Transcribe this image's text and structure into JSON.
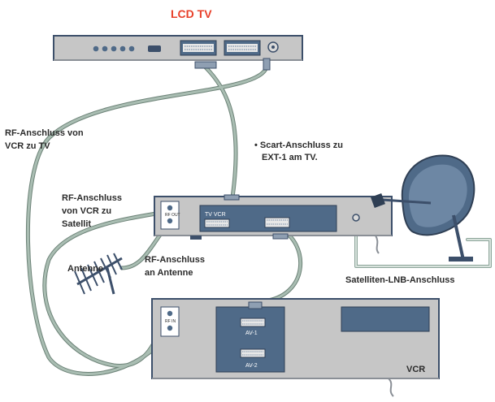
{
  "title": "LCD TV",
  "labels": {
    "rf_vcr_tv_1": "RF-Anschluss von",
    "rf_vcr_tv_2": "VCR zu TV",
    "scart_1": "• Scart-Anschluss zu",
    "scart_2": "EXT-1 am TV.",
    "rf_vcr_sat_1": "RF-Anschluss",
    "rf_vcr_sat_2": "von VCR zu",
    "rf_vcr_sat_3": "Satellit",
    "rf_ant_1": "RF-Anschluss",
    "rf_ant_2": "an Antenne",
    "antenne": "Antenne",
    "sat_lnb": "Satelliten-LNB-Anschluss",
    "vcr": "VCR"
  },
  "port_labels": {
    "tv_vcr": "TV VCR",
    "av1": "AV-1",
    "av2": "AV-2",
    "rf_out": "RF OUT",
    "rf_in": "RF IN"
  },
  "colors": {
    "title": "#e8402a",
    "device_fill": "#c6c6c6",
    "device_stroke": "#3c4f6a",
    "panel_fill": "#4f6a88",
    "cable": "#a9bdb2",
    "cable_outline": "#6d8378",
    "lnb_cable": "#b8c7be"
  }
}
